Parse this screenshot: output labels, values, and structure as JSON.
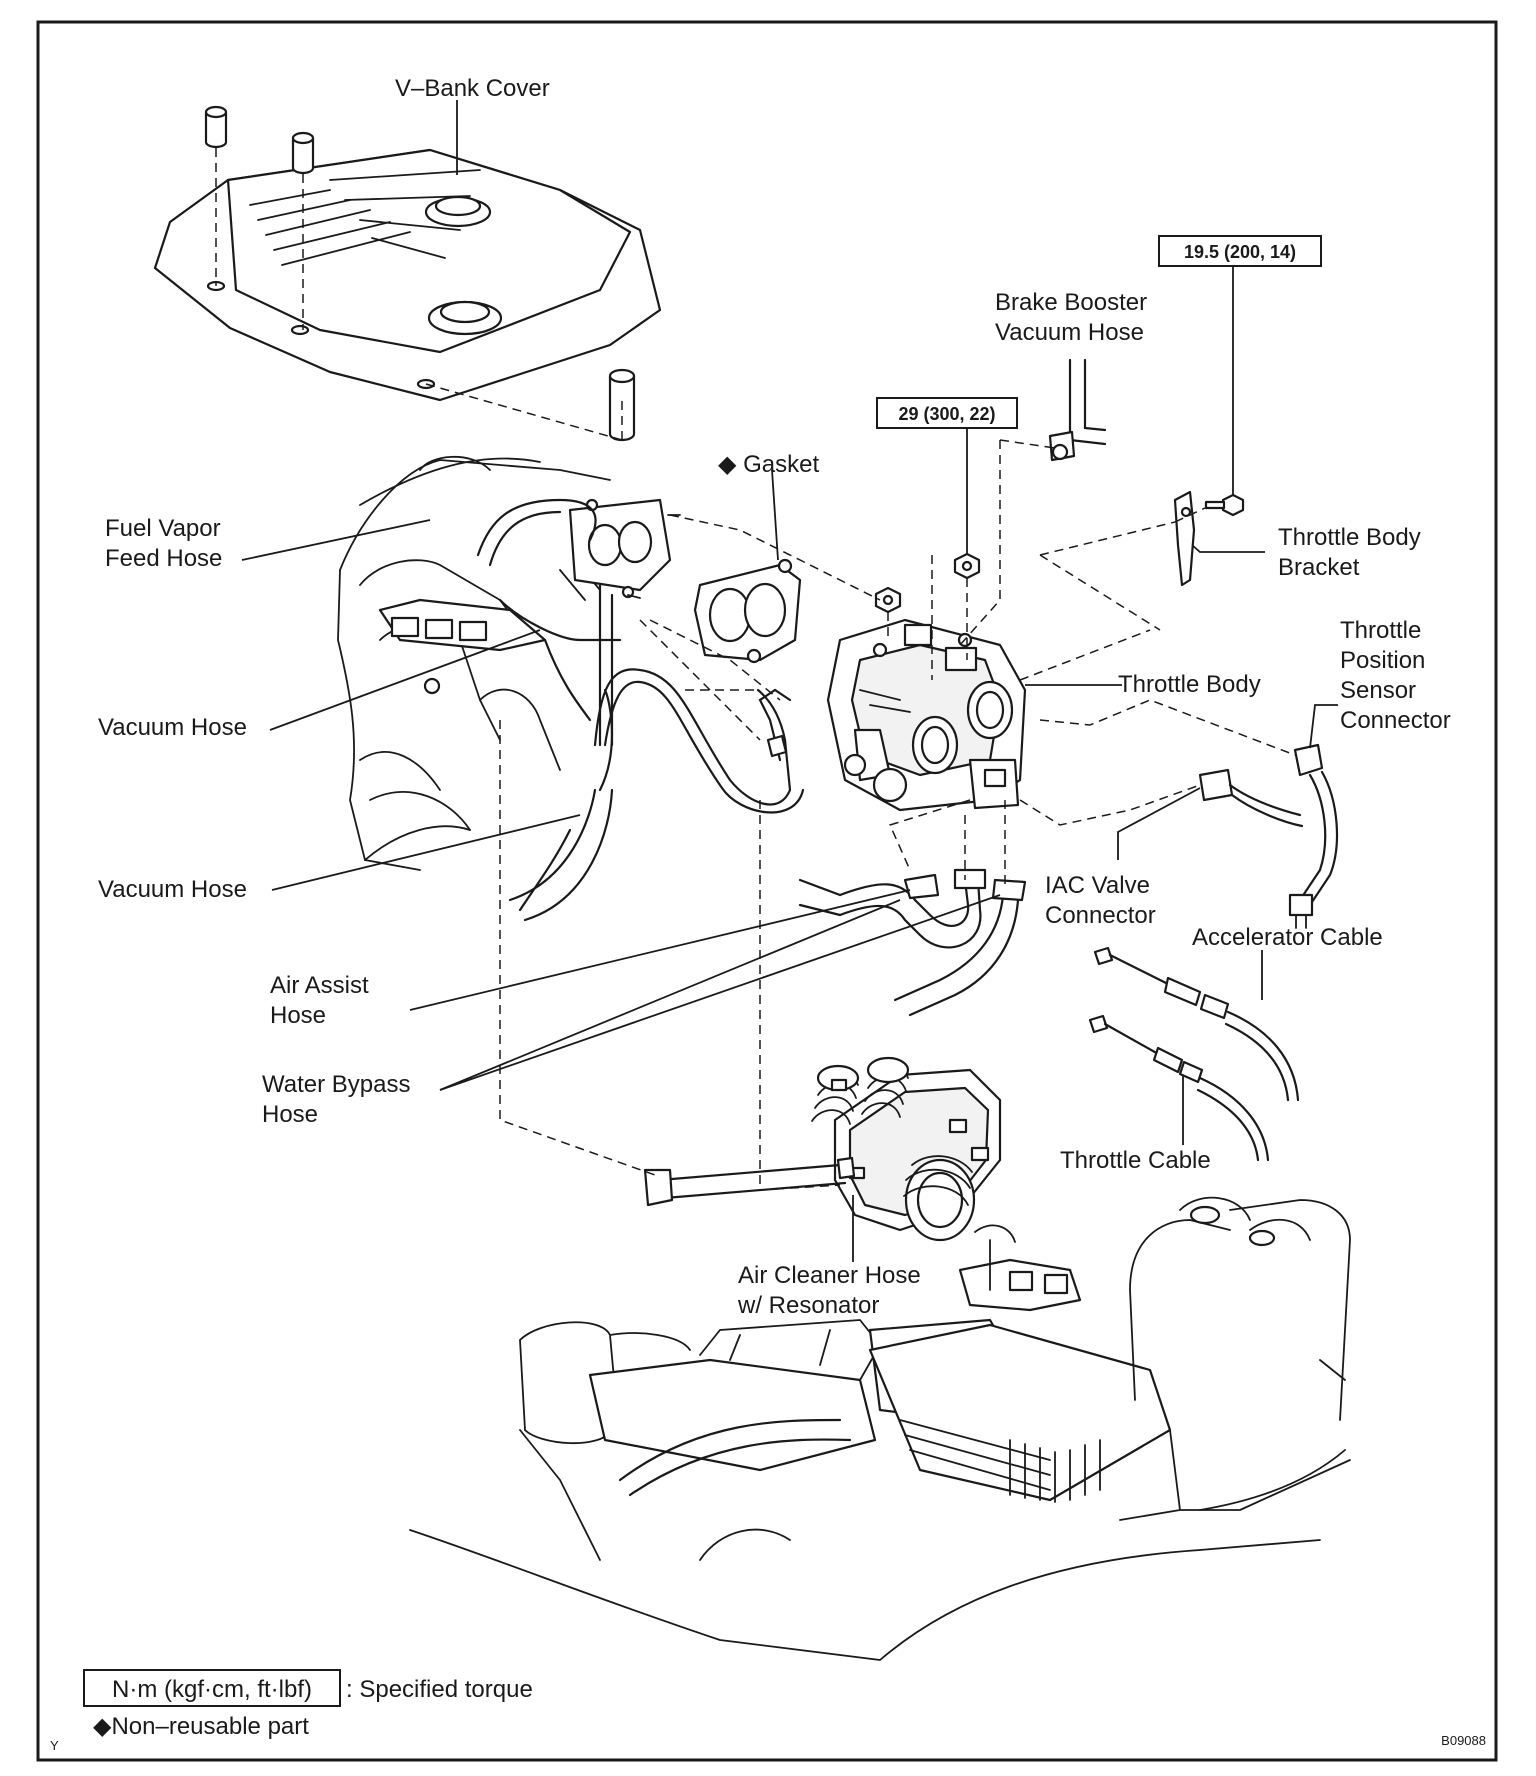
{
  "labels": {
    "v_bank_cover": "V–Bank Cover",
    "brake_booster_1": "Brake Booster",
    "brake_booster_2": "Vacuum Hose",
    "gasket": "◆ Gasket",
    "fuel_vapor_1": "Fuel Vapor",
    "fuel_vapor_2": "Feed Hose",
    "throttle_bracket_1": "Throttle Body",
    "throttle_bracket_2": "Bracket",
    "throttle_body": "Throttle Body",
    "tps_1": "Throttle",
    "tps_2": "Position",
    "tps_3": "Sensor",
    "tps_4": "Connector",
    "vacuum_hose_upper": "Vacuum Hose",
    "vacuum_hose_lower": "Vacuum Hose",
    "iac_1": "IAC Valve",
    "iac_2": "Connector",
    "accelerator_cable": "Accelerator Cable",
    "air_assist_1": "Air  Assist",
    "air_assist_2": "Hose",
    "water_bypass_1": "Water Bypass",
    "water_bypass_2": "Hose",
    "throttle_cable": "Throttle Cable",
    "air_cleaner_1": "Air Cleaner Hose",
    "air_cleaner_2": "w/ Resonator"
  },
  "torques": {
    "bracket_bolt": "19.5 (200, 14)",
    "throttle_body_nut": "29 (300, 22)"
  },
  "legend": {
    "torque_unit": "N·m (kgf·cm, ft·lbf)",
    "torque_desc": ": Specified torque",
    "non_reusable": "◆Non–reusable part"
  },
  "corner_marks": {
    "left": "Y",
    "figure_code": "B09088"
  }
}
